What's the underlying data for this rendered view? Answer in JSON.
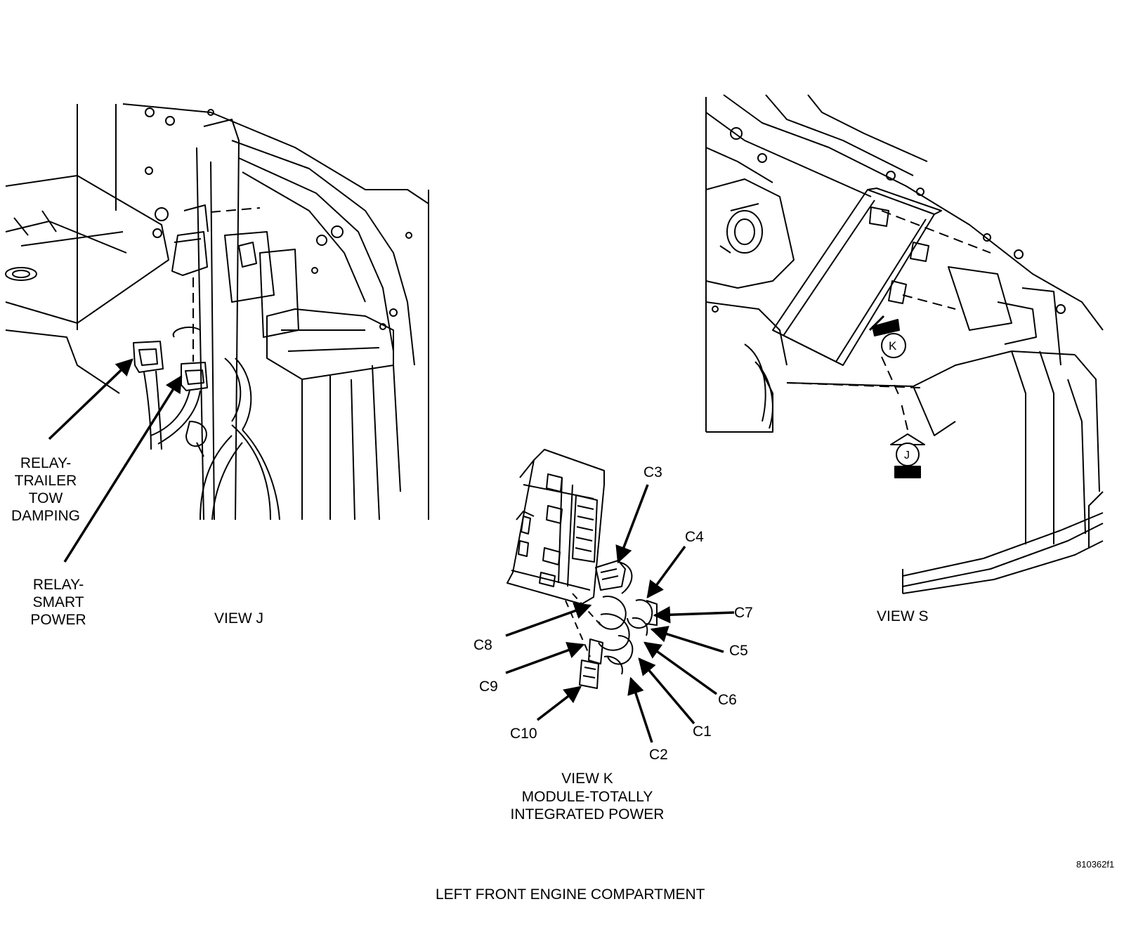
{
  "view_j": {
    "title": "VIEW J",
    "relay_trailer": [
      "RELAY-",
      "TRAILER",
      "TOW",
      "DAMPING"
    ],
    "relay_smart": [
      "RELAY-",
      "SMART",
      "POWER"
    ]
  },
  "view_k": {
    "title": "VIEW K",
    "module": [
      "MODULE-TOTALLY",
      "INTEGRATED POWER"
    ],
    "connectors": [
      "C1",
      "C2",
      "C3",
      "C4",
      "C5",
      "C6",
      "C7",
      "C8",
      "C9",
      "C10"
    ]
  },
  "view_s": {
    "title": "VIEW S",
    "marker_k": "K",
    "marker_j": "J"
  },
  "figure_id": "810362f1",
  "caption": "LEFT FRONT ENGINE COMPARTMENT"
}
